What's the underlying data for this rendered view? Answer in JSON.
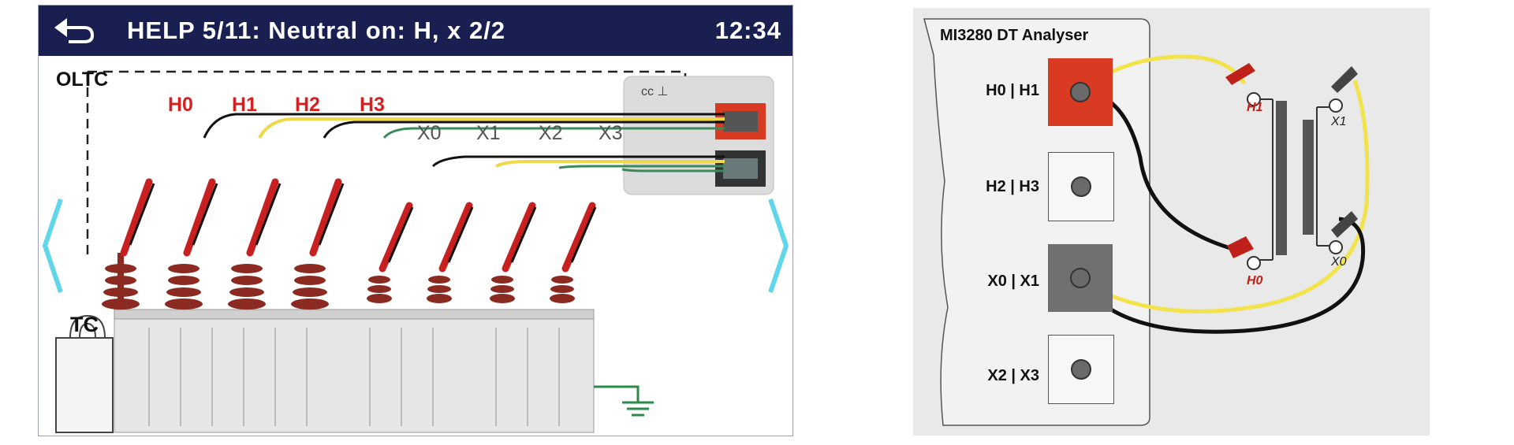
{
  "header": {
    "title": "HELP 5/11: Neutral on: H, x 2/2",
    "clock": "12:34"
  },
  "diagram": {
    "oltc_label": "OLTC",
    "tc_label": "TC",
    "terminals_h": [
      "H0",
      "H1",
      "H2",
      "H3"
    ],
    "terminals_x": [
      "X0",
      "X1",
      "X2",
      "X3"
    ]
  },
  "analyser": {
    "title": "MI3280 DT Analyser",
    "ports": [
      "H0 | H1",
      "H2 | H3",
      "X0 | X1",
      "X2 | X3"
    ],
    "transformer_labels": {
      "h1": "H1",
      "h0": "H0",
      "x1": "X1",
      "x0": "X0"
    }
  },
  "colors": {
    "header_bg": "#1a1f52",
    "accent_red": "#d42020",
    "nav_arrow": "#5fd6ea",
    "lead_yellow": "#f2e34a",
    "lead_black": "#111111"
  }
}
